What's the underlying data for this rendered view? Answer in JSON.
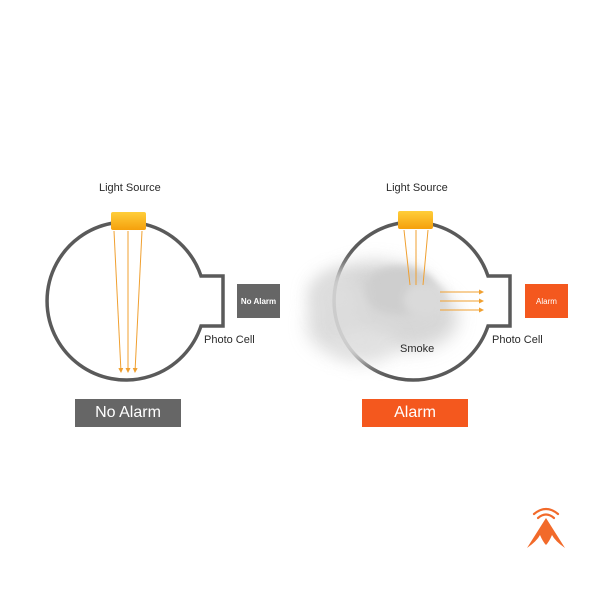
{
  "colors": {
    "outline": "#5a5a5a",
    "light": "#fcb614",
    "beam": "#f0a030",
    "no_alarm": "#666666",
    "alarm": "#f4581e",
    "logo": "#f26a2a",
    "smoke": "#d0d0d0"
  },
  "left": {
    "light_source_label": "Light Source",
    "photo_cell_label": "Photo Cell",
    "indicator_label": "No Alarm",
    "status_label": "No Alarm"
  },
  "right": {
    "light_source_label": "Light Source",
    "photo_cell_label": "Photo Cell",
    "smoke_label": "Smoke",
    "indicator_label": "Alarm",
    "status_label": "Alarm"
  },
  "logo": {
    "icon": "flame-alarm-logo-icon"
  }
}
